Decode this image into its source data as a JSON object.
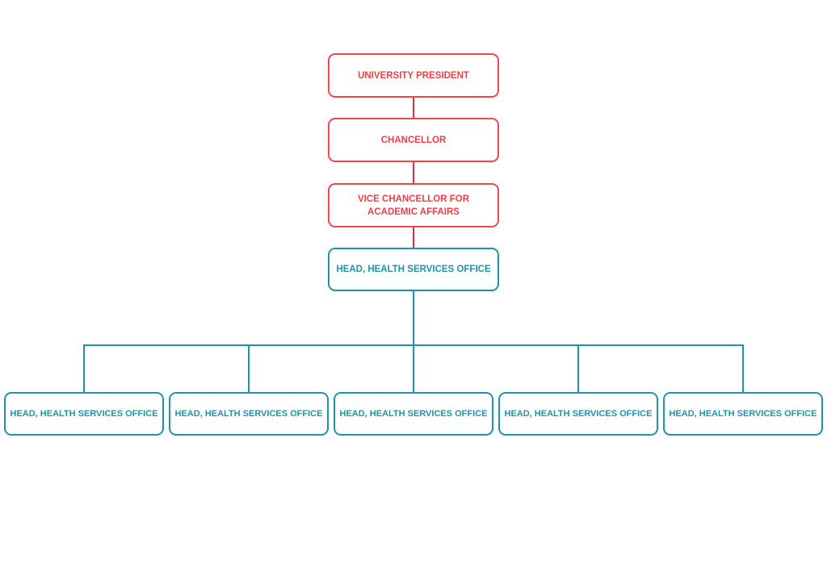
{
  "colors": {
    "upper_accent": "#ef3f44",
    "lower_accent": "#1a95ac",
    "background": "#ffffff"
  },
  "org_chart": {
    "top": "UNIVERSITY PRESIDENT",
    "second": "CHANCELLOR",
    "third": "VICE CHANCELLOR FOR\nACADEMIC AFFAIRS",
    "head": "HEAD, HEALTH SERVICES OFFICE",
    "subordinates": [
      "HEAD, HEALTH SERVICES OFFICE",
      "HEAD, HEALTH SERVICES OFFICE",
      "HEAD, HEALTH SERVICES OFFICE",
      "HEAD, HEALTH SERVICES OFFICE",
      "HEAD, HEALTH SERVICES OFFICE"
    ]
  }
}
